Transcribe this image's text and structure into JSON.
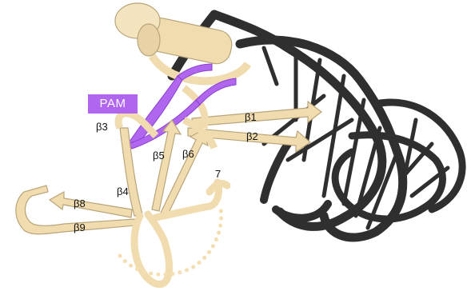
{
  "labels": {
    "pam": "PAM",
    "b1": "β1",
    "b2": "β2",
    "b3": "β3",
    "b4": "β4",
    "b5": "β5",
    "b6": "β6",
    "b7": "7",
    "b8": "β8",
    "b9": "β9"
  },
  "colors": {
    "protein": "#f1dcb0",
    "protein_edge": "#b9a57a",
    "dna": "#2f2f2f",
    "pam": "#b066ee",
    "disordered": "#f5dfb0"
  }
}
